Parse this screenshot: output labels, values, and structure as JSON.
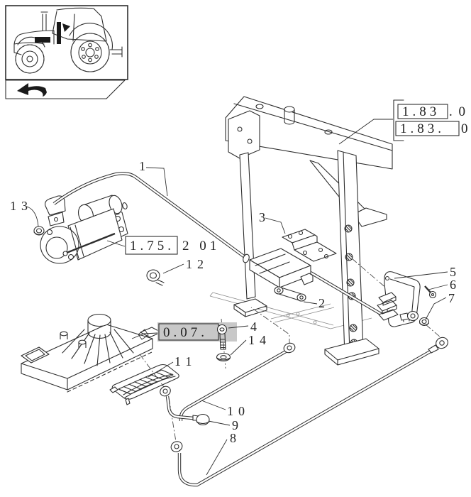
{
  "diagram": {
    "callouts": {
      "c1": "1",
      "c2": "2",
      "c3": "3",
      "c4": "4",
      "c5": "5",
      "c6": "6",
      "c7": "7",
      "c8": "8",
      "c9": "9",
      "c10": "10",
      "c11": "11",
      "c12": "12",
      "c13": "13",
      "c14": "14"
    },
    "refs": {
      "starter_boxed": "1.75.",
      "starter_suffix": "2 01",
      "manifold": "0.07.",
      "frame_top_boxed": "1.83",
      "frame_top_suffix": ". 0",
      "frame_bottom_boxed": "1.83.",
      "frame_bottom_suffix": "0"
    },
    "colors": {
      "ink": "#2e2e2e",
      "paper": "#ffffff",
      "ref_shade": "#c8c8c8",
      "faint": "#8a8a8a"
    },
    "icons": {
      "thumbnail": "tractor-side-view",
      "nav": "return-arrow"
    }
  }
}
